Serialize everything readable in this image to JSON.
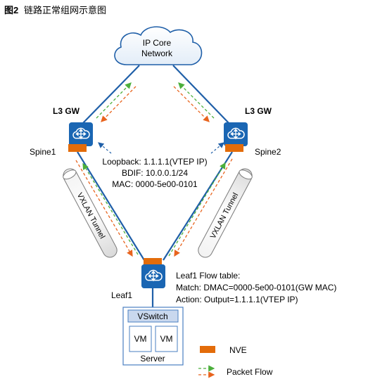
{
  "title": {
    "figure_label": "图2",
    "caption": "链路正常组网示意图"
  },
  "cloud": {
    "line1": "IP Core",
    "line2": "Network"
  },
  "spine1": {
    "role_label": "L3 GW",
    "name": "Spine1"
  },
  "spine2": {
    "role_label": "L3 GW",
    "name": "Spine2"
  },
  "leaf1": {
    "name": "Leaf1",
    "flow_table": {
      "title": "Leaf1 Flow table:",
      "match": "Match: DMAC=0000-5e00-0101(GW MAC)",
      "action": "Action: Output=1.1.1.1(VTEP IP)"
    }
  },
  "gateway_info": {
    "loopback": "Loopback: 1.1.1.1(VTEP IP)",
    "bdif": "BDIF: 10.0.0.1/24",
    "mac": "MAC: 0000-5e00-0101"
  },
  "tunnels": {
    "left": "VXLAN Tunnel",
    "right": "VXLAN Tunnel"
  },
  "server": {
    "vswitch": "VSwitch",
    "vm1": "VM",
    "vm2": "VM",
    "label": "Server"
  },
  "legend": {
    "nve": "NVE",
    "packet_flow": "Packet Flow"
  },
  "colors": {
    "link_blue": "#1f5fa8",
    "device_blue": "#1a66b3",
    "nve_orange": "#e36c0a",
    "flow_green": "#4caf3c",
    "flow_orange": "#e8641e",
    "dashed_blue": "#1f5fa8",
    "server_border": "#4a7fc1",
    "vswitch_fill": "#c9d8ee"
  }
}
